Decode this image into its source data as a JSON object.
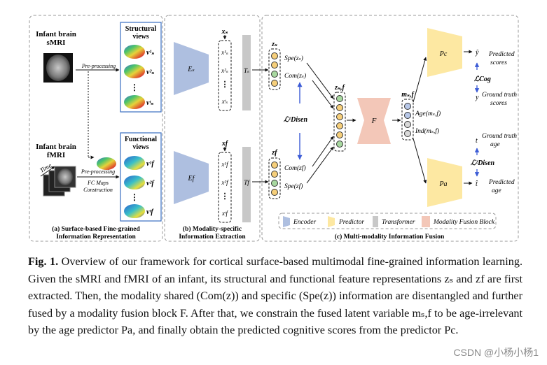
{
  "panels": {
    "a": {
      "title_line1": "(a) Surface-based Fine-grained",
      "title_line2": "Information Representation"
    },
    "b": {
      "title_line1": "(b) Modality-specific",
      "title_line2": "Information Extraction"
    },
    "c": {
      "title": "(c) Multi-modality Information Fusion"
    }
  },
  "inputs": {
    "smri_line1": "Infant brain",
    "smri_line2": "sMRI",
    "fmri_line1": "Infant brain",
    "fmri_line2": "fMRI",
    "time_label": "Time",
    "preprocessing_s": "Pre-processing",
    "preprocessing_f": "Pre-processing",
    "fc_line1": "FC Maps",
    "fc_line2": "Construction"
  },
  "views": {
    "structural_line1": "Structural",
    "structural_line2": "views",
    "functional_line1": "Functional",
    "functional_line2": "views",
    "vs": [
      "v¹ₛ",
      "v²ₛ",
      "vᵗₛ"
    ],
    "vf": [
      "v¹f",
      "v²f",
      "vᵗf"
    ]
  },
  "encoders": {
    "es": "Eₛ",
    "ef": "Ef"
  },
  "tokens": {
    "xs": "xₛ",
    "xf": "xf",
    "xs_items": [
      "x¹ₛ",
      "x²ₛ",
      "xᵗₛ"
    ],
    "xf_items": [
      "x¹f",
      "x²f",
      "xᵗf"
    ]
  },
  "transformers": {
    "ts": "Tₛ",
    "tf": "Tf"
  },
  "latent": {
    "zs": "zₛ",
    "zf": "zf",
    "zsf": "zₛ,f",
    "spe_zs": "Spe(zₛ)",
    "com_zs": "Com(zₛ)",
    "com_zf": "Com(zf)",
    "spe_zf": "Spe(zf)",
    "disen1": "ℒ¹Disen"
  },
  "fusion": {
    "f": "F",
    "msf": "mₛ,f",
    "age_m": "Age(mₛ,f)",
    "ind_m": "Ind(mₛ,f)"
  },
  "predictors": {
    "pc": "Pc",
    "pa": "Pa"
  },
  "outputs": {
    "yhat": "ŷ",
    "pred_scores_line1": "Predicted",
    "pred_scores_line2": "scores",
    "lcog": "ℒCog",
    "y": "y",
    "gt_scores_line1": "Ground truth",
    "gt_scores_line2": "scores",
    "gt_age_line1": "Ground truth",
    "gt_age_line2": "age",
    "t": "t",
    "disen2": "ℒ²Disen",
    "that": "t̂",
    "pred_age_line1": "Predicted",
    "pred_age_line2": "age"
  },
  "legend": {
    "encoder": "Encoder",
    "predictor": "Predictor",
    "transformer": "Transformer",
    "fusion_block": "Modality Fusion Block"
  },
  "caption": {
    "label": "Fig. 1.",
    "text": "Overview of our framework for cortical surface-based multimodal fine-grained information learning. Given the sMRI and fMRI of an infant, its structural and functional feature representations zₛ and zf are first extracted. Then, the modality shared (Com(z)) and specific (Spe(z)) information are disentangled and further fused by a modality fusion block F. After that, we constrain the fused latent variable mₛ,f to be age-irrelevant by the age predictor Pa, and finally obtain the predicted cognitive scores from the predictor Pc."
  },
  "watermark": "CSDN @小杨小杨1",
  "colors": {
    "encoder": "#aebfe0",
    "predictor": "#fde8a2",
    "transformer": "#c8c8c8",
    "fusion": "#f3c7b8",
    "arrow_blue": "#3b5bd6",
    "token_top": "#f6cf7b",
    "token_mid": "#b8c8e8",
    "token_bot": "#d9d9d9",
    "token_green": "#a8d8a0"
  }
}
